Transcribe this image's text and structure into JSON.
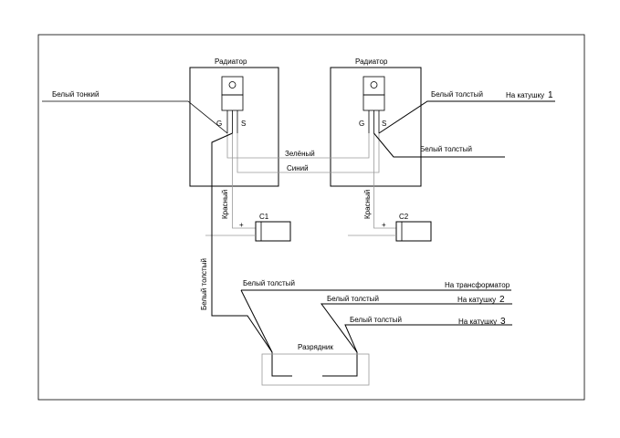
{
  "diagram": {
    "radiator_left_label": "Радиатор",
    "radiator_right_label": "Радиатор",
    "gate_letter_left": "G",
    "source_letter_left": "S",
    "gate_letter_right": "G",
    "source_letter_right": "S",
    "white_thin": "Белый тонкий",
    "white_thick_top_right": "Белый толстый",
    "to_coil_1_label": "На катушку",
    "coil_1_number": "1",
    "white_thick_mid_right": "Белый толстый",
    "green_wire": "Зелёный",
    "blue_wire": "Синий",
    "red_wire_left": "Красный",
    "red_wire_right": "Красный",
    "plus_left": "+",
    "plus_right": "+",
    "capacitor_1": "C1",
    "capacitor_2": "C2",
    "white_thick_vertical": "Белый толстый",
    "white_thick_transformer": "Белый толстый",
    "to_transformer": "На трансформатор",
    "white_thick_coil2": "Белый толстый",
    "to_coil_2_label": "На катушку",
    "coil_2_number": "2",
    "white_thick_coil3": "Белый толстый",
    "to_coil_3_label": "На катушку",
    "coil_3_number": "3",
    "spark_gap": "Разрядник"
  }
}
